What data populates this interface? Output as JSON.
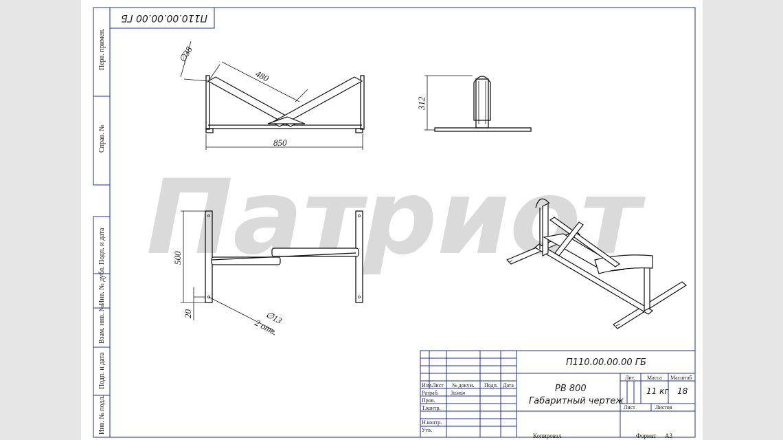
{
  "document": {
    "code_top": "П110.00.00.00 ГБ",
    "side_labels": {
      "perv_primen": "Перв. примен.",
      "sprav_no": "Справ. №",
      "podp_data_1": "Подп. и дата",
      "inv_dubl": "Инв. № дубл.",
      "vzam_inv": "Взам. инв. №",
      "podp_data_2": "Подп. и дата",
      "inv_podl": "Инв. № подл."
    },
    "watermark": "Патриот"
  },
  "views": {
    "front": {
      "dia_pipe": "∅38",
      "length_bar": "480",
      "width": "850"
    },
    "side": {
      "height": "312"
    },
    "top": {
      "length": "500",
      "offset": "20",
      "hole_dia": "∅13",
      "hole_count": "2 отв."
    }
  },
  "title_block": {
    "code": "П110.00.00.00 ГБ",
    "name_line1": "РВ 800",
    "name_line2": "Габаритный чертеж",
    "headers": {
      "izm": "Изм.",
      "list": "Лист",
      "doc_no": "№ докум.",
      "podp": "Подп.",
      "data": "Дата"
    },
    "rows": {
      "razrab": "Разраб.",
      "prov": "Пров.",
      "tkontr": "Т.контр.",
      "nkontr": "Н.контр.",
      "utv": "Утв."
    },
    "developer": "Зимин",
    "lit_label": "Лит.",
    "mass_label": "Масса",
    "scale_label": "Масштаб",
    "mass_value": "11 кг",
    "scale_value": "18",
    "sheet_label": "Лист",
    "sheets_label": "Листов",
    "copied": "Копировал",
    "format_label": "Формат",
    "format_value": "А3"
  }
}
